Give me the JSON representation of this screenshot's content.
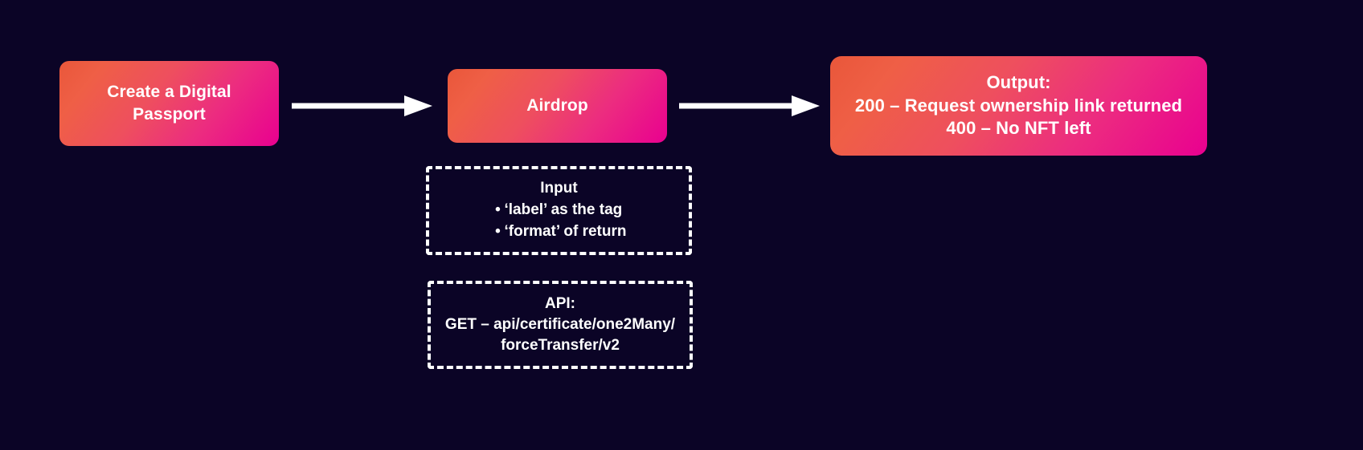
{
  "theme": {
    "background": "#0b0426",
    "gradient_start": "#e9573a",
    "gradient_end": "#e90090",
    "text_color": "#ffffff",
    "dash_border_color": "#ffffff"
  },
  "flow": {
    "steps": [
      {
        "id": "create-passport",
        "label": "Create a Digital Passport"
      },
      {
        "id": "airdrop",
        "label": "Airdrop"
      },
      {
        "id": "output",
        "label": "Output:\n200 – Request ownership link returned\n400 – No NFT left"
      }
    ],
    "output": {
      "title": "Output:",
      "line_success": "200 – Request ownership link returned",
      "line_error": "400 – No NFT left"
    },
    "arrows": [
      {
        "id": "arrow-create-to-airdrop",
        "icon": "right-arrow-icon"
      },
      {
        "id": "arrow-airdrop-to-output",
        "icon": "right-arrow-icon"
      }
    ]
  },
  "notes": {
    "input": {
      "title": "Input",
      "items": [
        "‘label’ as the tag",
        "‘format’ of return"
      ]
    },
    "api": {
      "title": "API:",
      "line_1": "GET – api/certificate/one2Many/",
      "line_2": "forceTransfer/v2"
    }
  }
}
